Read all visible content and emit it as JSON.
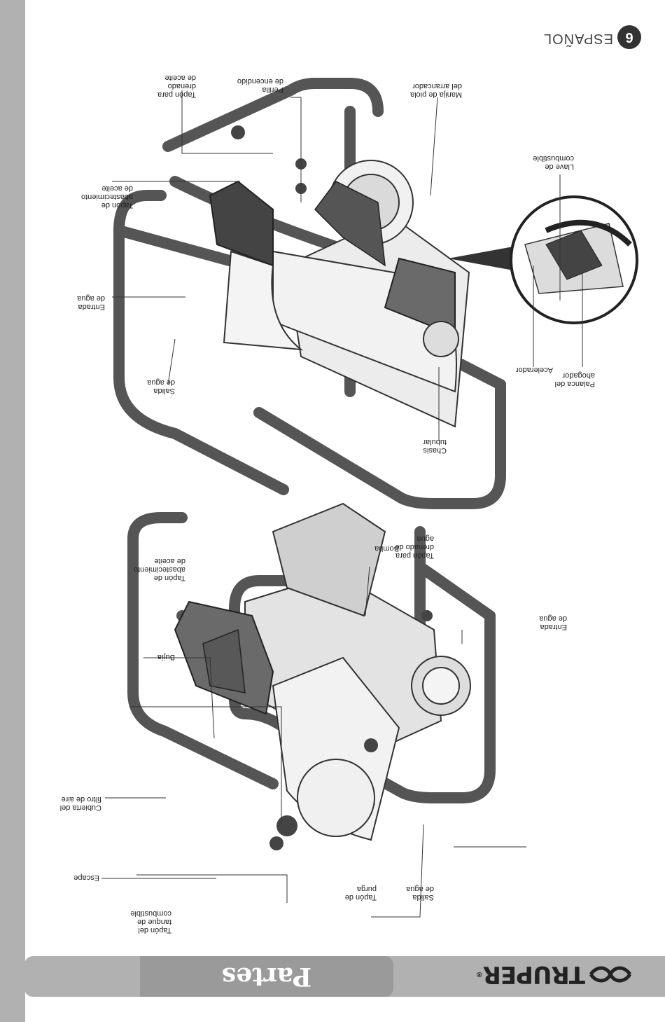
{
  "header": {
    "brand": "TRUPER",
    "registered_mark": "®",
    "section_title": "Partes"
  },
  "footer": {
    "page_number": "6",
    "language": "ESPAÑOL"
  },
  "diagram_front": {
    "labels": {
      "air_filter_cover": "Cubierta del\nfiltro de aire",
      "exhaust": "Escape",
      "fuel_tank_cap": "Tapón del\ntanque de\ncombustible",
      "spark_plug": "Bujía",
      "oil_fill_cap": "Tapón de\nabastecimiento\nde aceite",
      "pump": "Bomba",
      "water_drain_plug": "Tapón para\ndrenado de\nagua",
      "water_inlet": "Entrada\nde agua",
      "water_outlet": "Salida\nde agua",
      "purge_plug": "Tapón de\npurga"
    }
  },
  "diagram_back": {
    "labels": {
      "tubular_frame": "Chasis\ntubular",
      "water_outlet": "Salida\nde agua",
      "water_inlet": "Entrada\nde agua",
      "oil_fill_cap": "Tapón de\nabastecimiento\nde aceite",
      "oil_drain_plug": "Tapón para\ndrenado\nde aceite",
      "ignition_switch": "Perilla\nde encendido",
      "starter_handle": "Manija de piola\ndel arrancador",
      "fuel_valve": "Llave de\ncombustible",
      "choke_lever": "Palanca del\nahogador",
      "throttle": "Acelerador"
    }
  }
}
